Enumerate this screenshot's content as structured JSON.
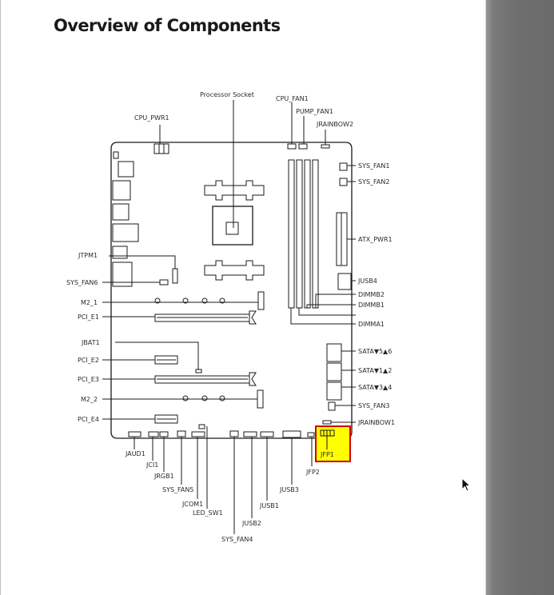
{
  "document": {
    "title": "Overview of Components"
  },
  "diagram": {
    "labels": {
      "processor_socket": "Processor Socket",
      "cpu_fan1": "CPU_FAN1",
      "pump_fan1": "PUMP_FAN1",
      "jrainbow2": "JRAINBOW2",
      "cpu_pwr1": "CPU_PWR1",
      "sys_fan1": "SYS_FAN1",
      "sys_fan2": "SYS_FAN2",
      "atx_pwr1": "ATX_PWR1",
      "jusb4": "JUSB4",
      "dimmb2": "DIMMB2",
      "dimmb1": "DIMMB1",
      "dimma1": "DIMMA1",
      "sata56": "SATA▼5▲6",
      "sata12": "SATA▼1▲2",
      "sata34": "SATA▼3▲4",
      "sys_fan3": "SYS_FAN3",
      "jrainbow1": "JRAINBOW1",
      "jfp1": "JFP1",
      "jfp2": "JFP2",
      "jtpm1": "JTPM1",
      "sys_fan6": "SYS_FAN6",
      "m2_1": "M2_1",
      "pci_e1": "PCI_E1",
      "jbat1": "JBAT1",
      "pci_e2": "PCI_E2",
      "pci_e3": "PCI_E3",
      "m2_2": "M2_2",
      "pci_e4": "PCI_E4",
      "jaud1": "JAUD1",
      "jci1": "JCI1",
      "jrgb1": "JRGB1",
      "sys_fan5": "SYS_FAN5",
      "jcom1": "JCOM1",
      "led_sw1": "LED_SW1",
      "sys_fan4": "SYS_FAN4",
      "jusb2": "JUSB2",
      "jusb1": "JUSB1",
      "jusb3": "JUSB3"
    },
    "highlight_color": "#ffff00",
    "highlight_border": "#d40000"
  }
}
